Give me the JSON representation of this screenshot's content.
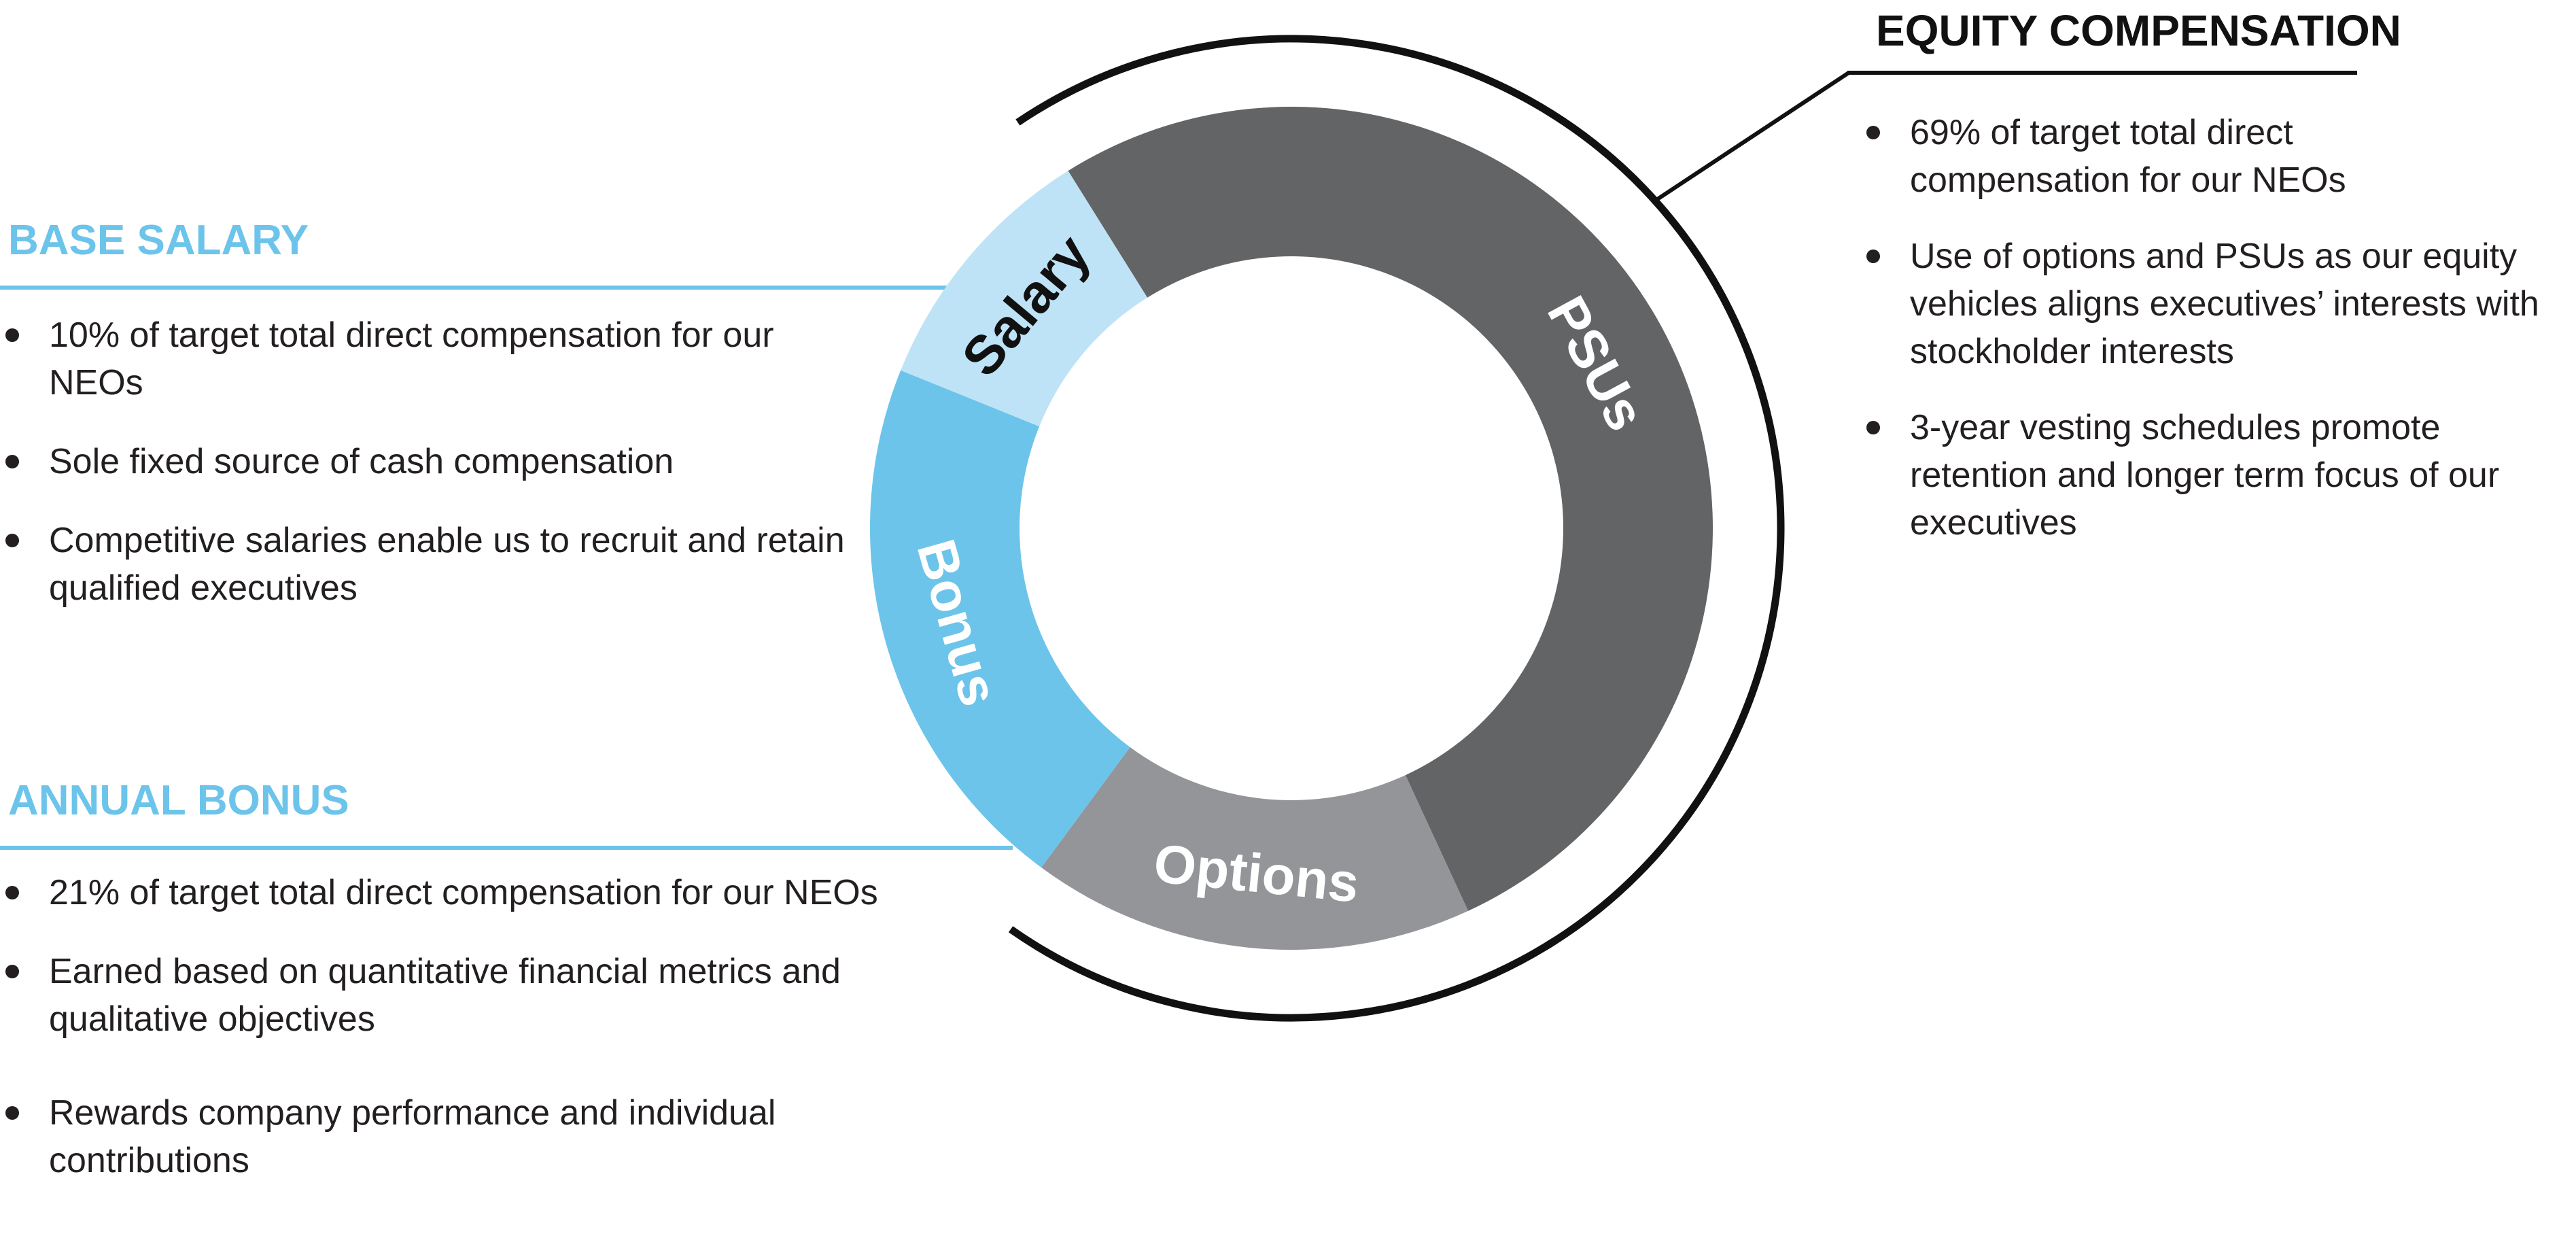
{
  "chart_data": {
    "type": "pie",
    "style": "donut",
    "start_angle_deg": -32,
    "slices": [
      {
        "label": "PSUs",
        "value": 52,
        "color": "#636466",
        "text_color": "#ffffff"
      },
      {
        "label": "Options",
        "value": 17,
        "color": "#939598",
        "text_color": "#ffffff"
      },
      {
        "label": "Bonus",
        "value": 21,
        "color": "#6cc4ea",
        "text_color": "#ffffff"
      },
      {
        "label": "Salary",
        "value": 10,
        "color": "#bfe3f6",
        "text_color": "#111111"
      }
    ]
  },
  "colors": {
    "accent_blue": "#6cc4ea",
    "text": "#231f20",
    "heading_dark": "#111111"
  },
  "base_salary": {
    "title": "BASE SALARY",
    "bullets": [
      "10% of target total direct compensation for our NEOs",
      "Sole fixed source of cash compensation",
      "Competitive salaries enable us to recruit and retain qualified executives"
    ]
  },
  "annual_bonus": {
    "title": "ANNUAL BONUS",
    "bullets": [
      "21% of target total direct compensation for our NEOs",
      "Earned based on quantitative financial metrics and qualitative objectives",
      "Rewards company performance and individual contributions"
    ]
  },
  "equity_compensation": {
    "title": "EQUITY COMPENSATION",
    "bullets": [
      "69% of target total direct compensation for our NEOs",
      "Use of options and PSUs as our equity vehicles aligns executives’ interests with stockholder interests",
      "3-year vesting schedules promote retention and longer term focus of our executives"
    ]
  }
}
